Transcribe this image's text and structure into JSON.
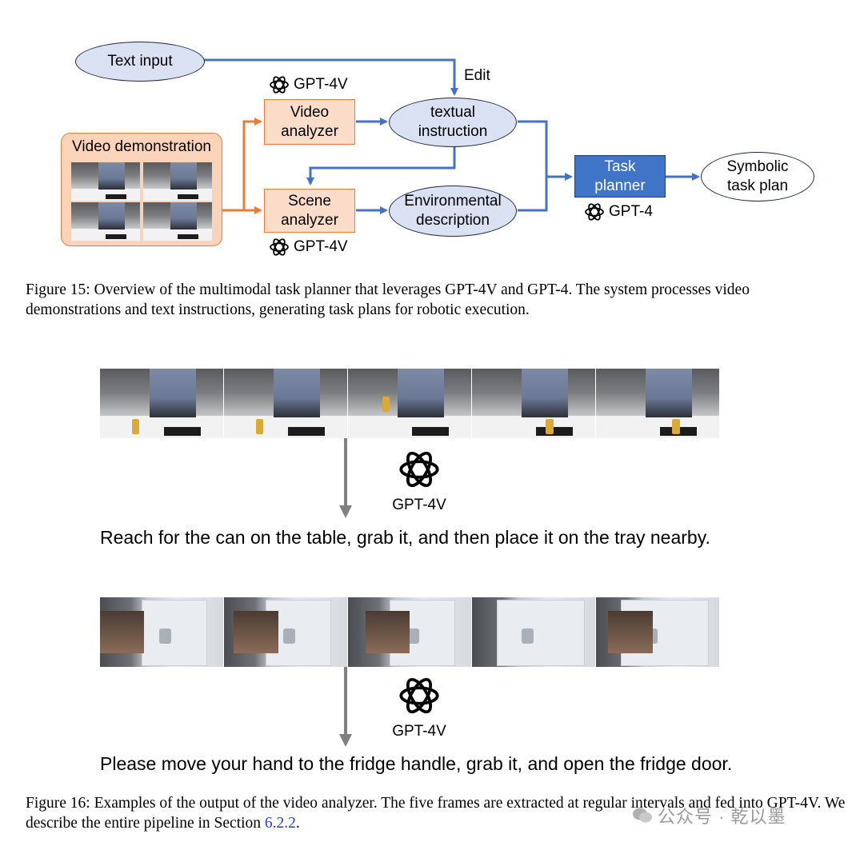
{
  "figure15": {
    "nodes": {
      "text_input": "Text input",
      "edit_label": "Edit",
      "gpt4v_top": "GPT-4V",
      "video_analyzer": [
        "Video",
        "analyzer"
      ],
      "textual_instruction": [
        "textual",
        "instruction"
      ],
      "video_demonstration": "Video demonstration",
      "scene_analyzer": [
        "Scene",
        "analyzer"
      ],
      "environmental_description": [
        "Environmental",
        "description"
      ],
      "gpt4v_bottom": "GPT-4V",
      "task_planner": [
        "Task",
        "planner"
      ],
      "gpt4": "GPT-4",
      "symbolic_task_plan": [
        "Symbolic",
        "task plan"
      ]
    },
    "caption": "Figure 15: Overview of the multimodal task planner that leverages GPT-4V and GPT-4. The system processes video demonstrations and text instructions, generating task plans for robotic execution.",
    "colors": {
      "ellipse_fill": "#d9e1f2",
      "orange_box": "#fbdcc8",
      "orange_line": "#e67e3a",
      "blue_box": "#3f74c6",
      "blue_line": "#4472c4"
    }
  },
  "figure16": {
    "example1": {
      "logo_label": "GPT-4V",
      "output": "Reach for the can on the table, grab it, and then place it on the tray nearby."
    },
    "example2": {
      "logo_label": "GPT-4V",
      "output": "Please move your hand to the fridge handle, grab it, and open the fridge door."
    },
    "caption_text": "Figure 16: Examples of the output of the video analyzer. The five frames are extracted at regular intervals and fed into GPT-4V. We describe the entire pipeline in Section ",
    "caption_link": "6.2.2",
    "caption_end": "."
  },
  "watermark": "公众号 · 乾以墨"
}
